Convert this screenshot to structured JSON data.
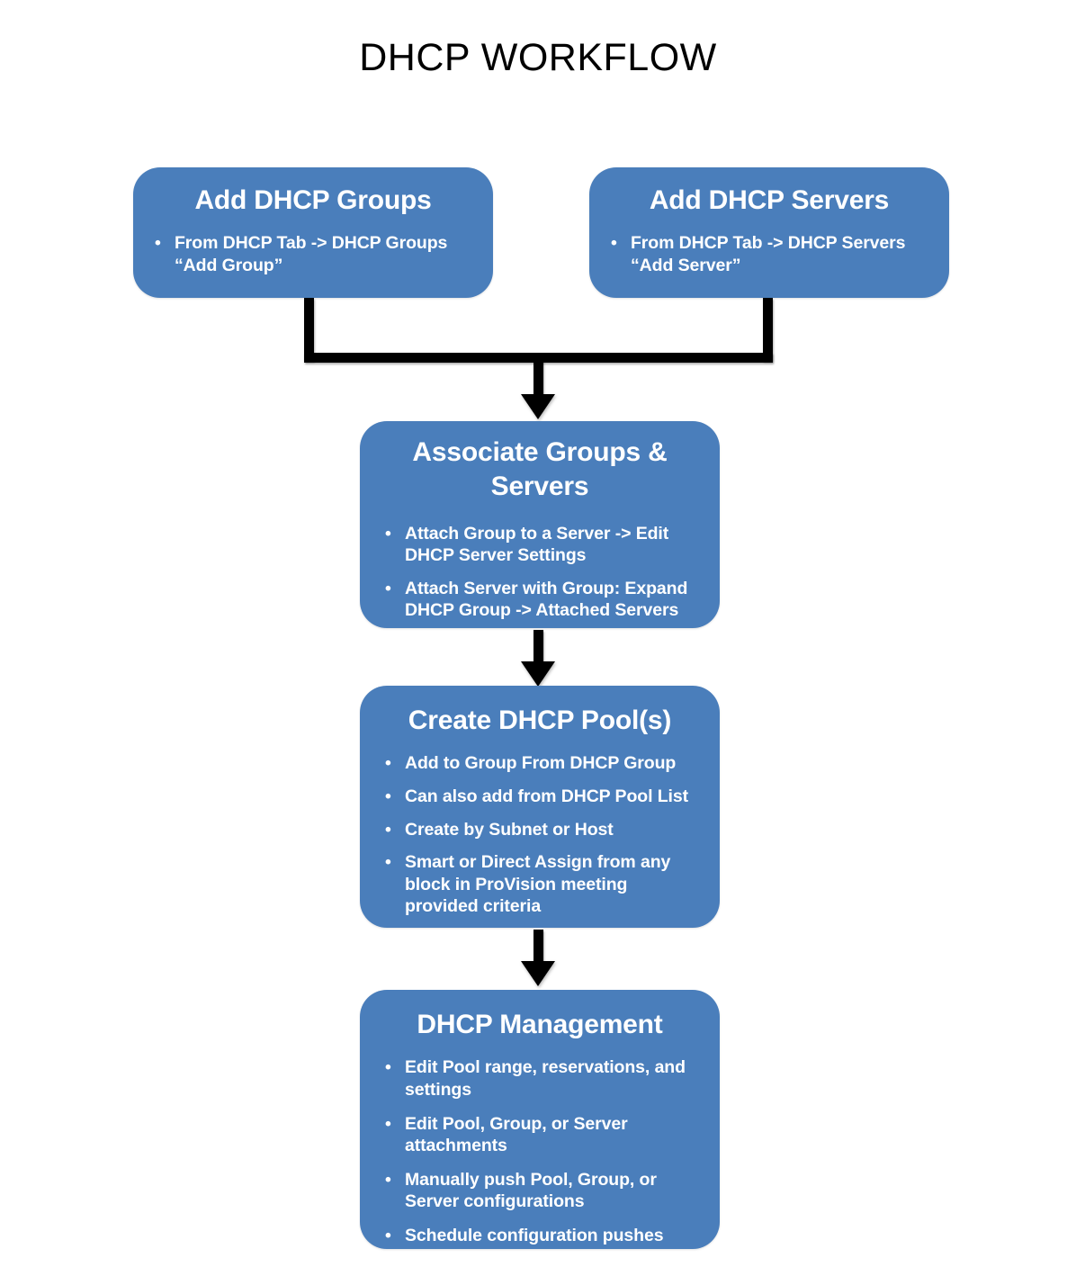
{
  "page": {
    "title": "DHCP WORKFLOW",
    "background_color": "#ffffff",
    "node_color": "#4a7ebb",
    "node_text_color": "#ffffff",
    "connector_color": "#000000",
    "title_color": "#000000"
  },
  "bullet_glyph": "•",
  "nodes": [
    {
      "id": "add-dhcp-groups",
      "title": "Add DHCP Groups",
      "bullets": [
        "From  DHCP Tab -> DHCP Groups “Add Group”"
      ]
    },
    {
      "id": "add-dhcp-servers",
      "title": "Add DHCP Servers",
      "bullets": [
        "From  DHCP Tab -> DHCP Servers “Add Server”"
      ]
    },
    {
      "id": "associate-groups-servers",
      "title": "Associate Groups & Servers",
      "bullets": [
        "Attach Group to a Server -> Edit DHCP Server Settings",
        "Attach Server with Group: Expand DHCP Group -> Attached Servers"
      ]
    },
    {
      "id": "create-dhcp-pools",
      "title": "Create DHCP Pool(s)",
      "bullets": [
        "Add to Group From DHCP Group",
        "Can also add from DHCP Pool List",
        "Create by Subnet or Host",
        "Smart or Direct Assign from any block in ProVision meeting provided criteria"
      ]
    },
    {
      "id": "dhcp-management",
      "title": "DHCP Management",
      "bullets": [
        "Edit Pool range, reservations, and settings",
        "Edit Pool, Group, or Server attachments",
        "Manually push Pool, Group, or Server configurations",
        "Schedule configuration pushes"
      ]
    }
  ],
  "connectors": [
    {
      "id": "merge-groups-servers-to-associate",
      "from": [
        "add-dhcp-groups",
        "add-dhcp-servers"
      ],
      "to": "associate-groups-servers",
      "style": "merge-elbow-arrow"
    },
    {
      "id": "associate-to-create-pool",
      "from": [
        "associate-groups-servers"
      ],
      "to": "create-dhcp-pools",
      "style": "straight-arrow"
    },
    {
      "id": "create-pool-to-management",
      "from": [
        "create-dhcp-pools"
      ],
      "to": "dhcp-management",
      "style": "straight-arrow"
    }
  ]
}
